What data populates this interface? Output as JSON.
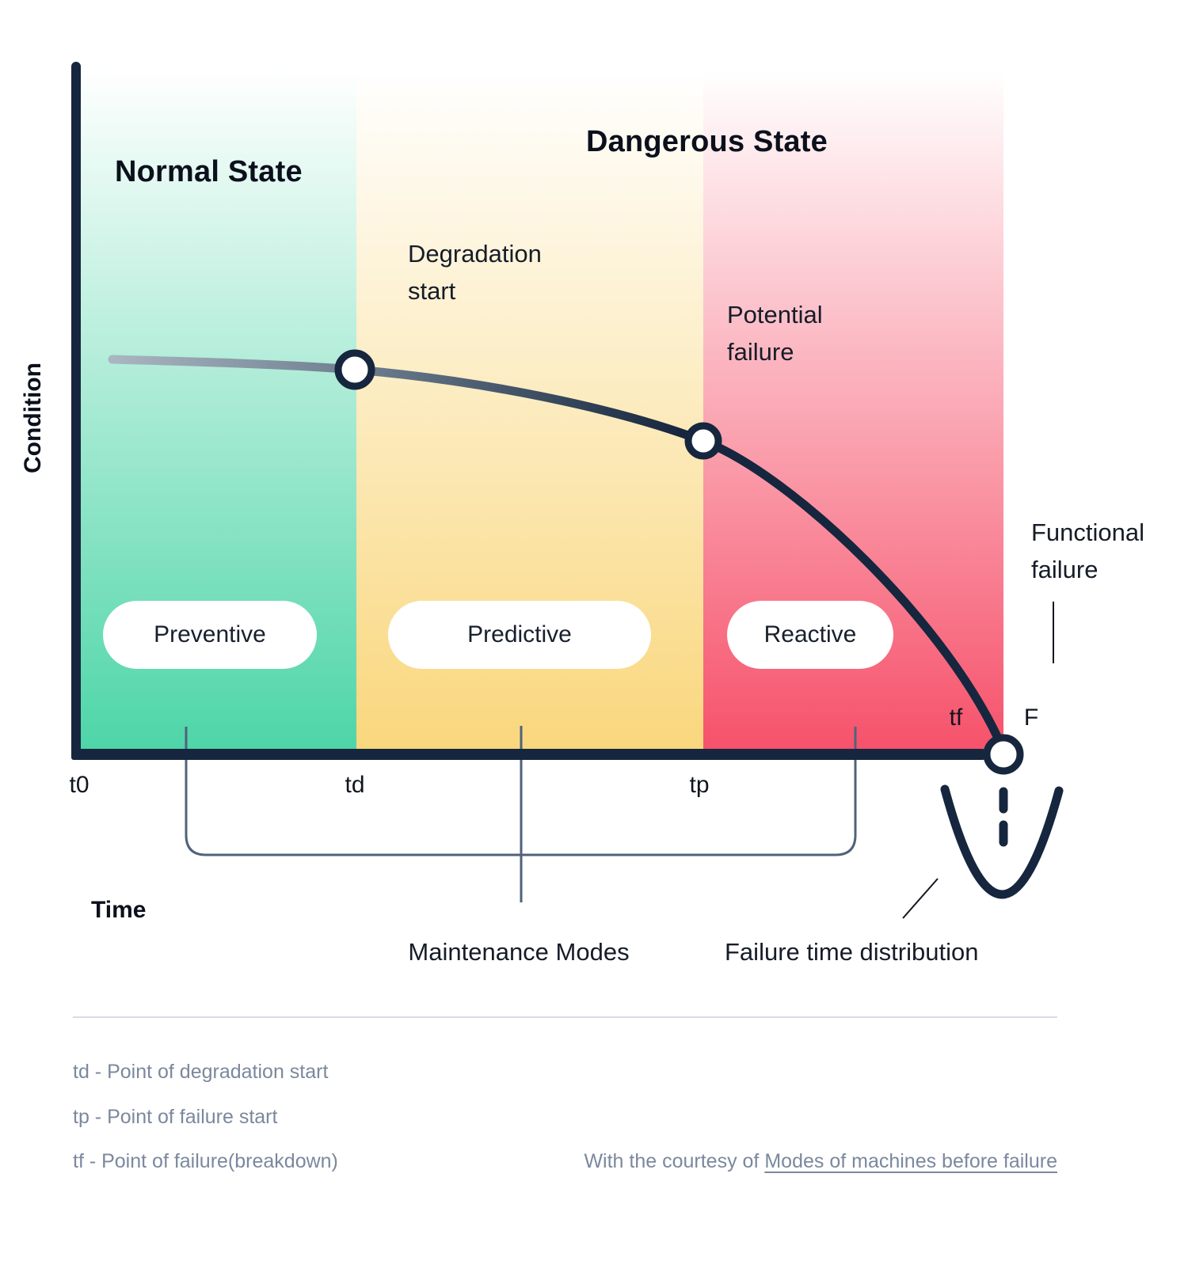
{
  "colors": {
    "navy": "#16263E",
    "zone_green": "#4ED5A8",
    "zone_yellow": "#F9D77D",
    "zone_red": "#F6526B",
    "bracket_slate": "#50627B",
    "muted_text": "#7B889D",
    "curve_start_gray": "#A9B6C1"
  },
  "axes": {
    "y_label": "Condition",
    "x_label": "Time"
  },
  "states": {
    "normal": "Normal State",
    "dangerous": "Dangerous State"
  },
  "annotations": {
    "degradation_start": "Degradation start",
    "potential_failure": "Potential failure",
    "functional_failure": "Functional failure",
    "maintenance_modes": "Maintenance Modes",
    "failure_time_distribution": "Failure time distribution"
  },
  "modes": [
    "Preventive",
    "Predictive",
    "Reactive"
  ],
  "ticks": {
    "t0": "t0",
    "td": "td",
    "tp": "tp",
    "tf": "tf",
    "f": "F"
  },
  "legend": [
    "td - Point of degradation start",
    "tp - Point of failure start",
    "tf - Point of failure(breakdown)"
  ],
  "courtesy": {
    "prefix": "With the courtesy of",
    "link": "Modes of machines before failure"
  }
}
